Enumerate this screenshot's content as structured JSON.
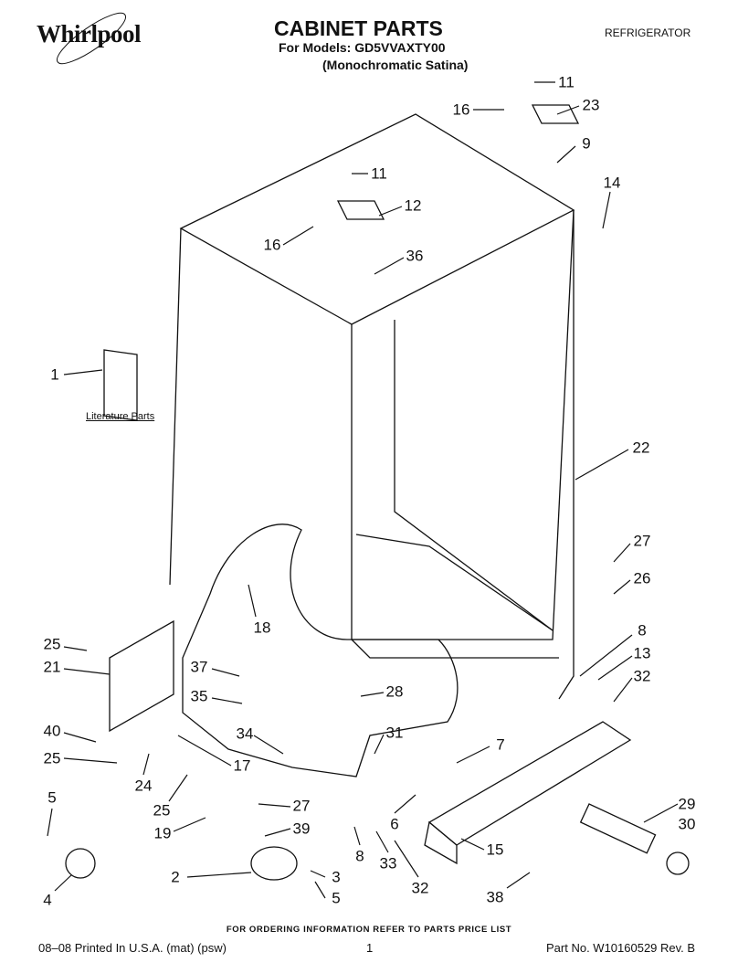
{
  "header": {
    "brand": "Whirlpool",
    "title": "CABINET PARTS",
    "models": "For Models: GD5VVAXTY00",
    "variant": "(Monochromatic Satina)",
    "category": "REFRIGERATOR"
  },
  "diagram": {
    "literature_label": "Literature Parts",
    "callouts": [
      "11",
      "23",
      "16",
      "9",
      "14",
      "11",
      "12",
      "16",
      "36",
      "1",
      "22",
      "27",
      "26",
      "18",
      "25",
      "21",
      "8",
      "13",
      "32",
      "37",
      "35",
      "28",
      "31",
      "40",
      "25",
      "34",
      "17",
      "7",
      "24",
      "25",
      "27",
      "6",
      "19",
      "39",
      "29",
      "30",
      "5",
      "8",
      "33",
      "15",
      "2",
      "3",
      "5",
      "32",
      "38",
      "4"
    ]
  },
  "footer": {
    "ordering_note": "FOR ORDERING INFORMATION REFER TO PARTS PRICE LIST",
    "print_info": "08–08 Printed In U.S.A. (mat) (psw)",
    "page_number": "1",
    "part_number": "Part No. W10160529 Rev. B"
  }
}
